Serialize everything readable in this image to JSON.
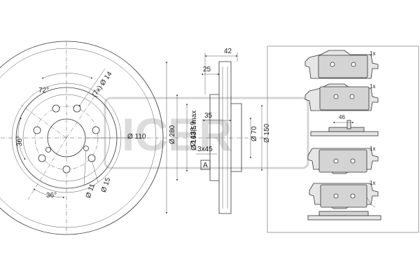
{
  "logo_text": "ICER",
  "front_view": {
    "angle_top": "72°",
    "angle_left": "36°",
    "angle_bottom": "36°",
    "bolt_holes": "(7x) Ø 14",
    "center_bore": "Ø 110",
    "small_hole_a": "Ø 11",
    "small_hole_b": "Ø 15"
  },
  "side_view": {
    "overall_thickness": "42",
    "hat_depth": "25",
    "step_depth": "35",
    "chamfer": "3x45",
    "datum_ref": "A",
    "outer_dia": "Ø 280",
    "max_dia": "Ø 163,5 max",
    "hat_dia": "Ø 138,9",
    "bore_70": "Ø 70",
    "dia_150": "Ø 150"
  },
  "pads_panel": {
    "qty_1": "1x",
    "qty_2": "1x",
    "qty_3": "1x",
    "qty_4": "1x",
    "width_46": "46"
  }
}
